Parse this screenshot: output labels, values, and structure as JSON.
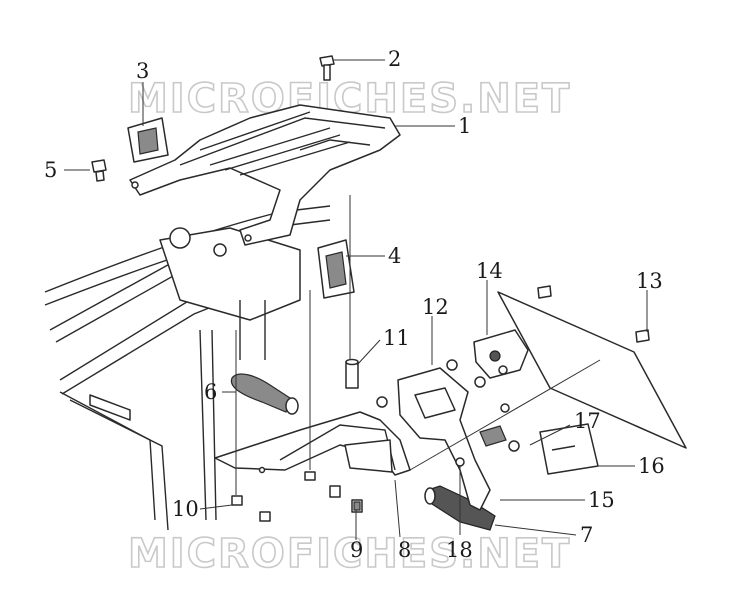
{
  "diagram": {
    "watermark_text": "MICROFICHES.NET",
    "callouts": [
      {
        "id": "c1",
        "label": "1"
      },
      {
        "id": "c2",
        "label": "2"
      },
      {
        "id": "c3",
        "label": "3"
      },
      {
        "id": "c4",
        "label": "4"
      },
      {
        "id": "c5",
        "label": "5"
      },
      {
        "id": "c6",
        "label": "6"
      },
      {
        "id": "c7",
        "label": "7"
      },
      {
        "id": "c8",
        "label": "8"
      },
      {
        "id": "c9",
        "label": "9"
      },
      {
        "id": "c10",
        "label": "10"
      },
      {
        "id": "c11",
        "label": "11"
      },
      {
        "id": "c12",
        "label": "12"
      },
      {
        "id": "c13",
        "label": "13"
      },
      {
        "id": "c14",
        "label": "14"
      },
      {
        "id": "c15",
        "label": "15"
      },
      {
        "id": "c16",
        "label": "16"
      },
      {
        "id": "c17",
        "label": "17"
      },
      {
        "id": "c18",
        "label": "18"
      }
    ]
  }
}
